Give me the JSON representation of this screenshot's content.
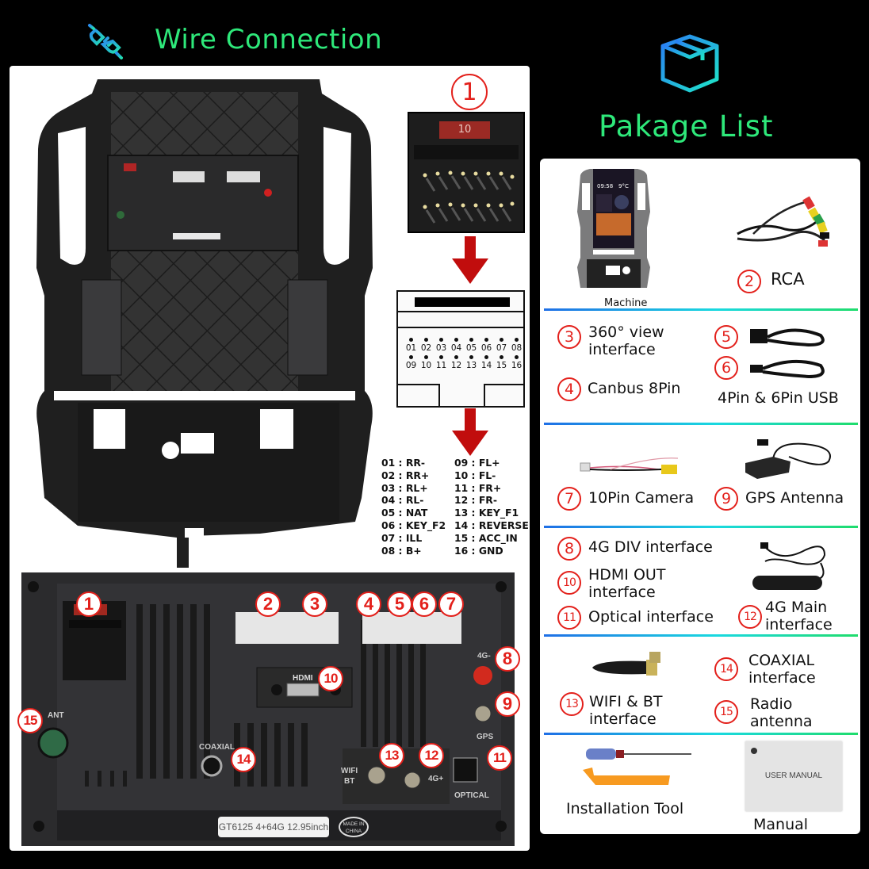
{
  "headers": {
    "wire_title": "Wire Connection",
    "package_title": "Pakage List",
    "wire_icon": "plug-icon",
    "package_icon": "box-icon"
  },
  "colors": {
    "title_green": "#2ee87a",
    "marker_red": "#e3201b",
    "arrow_red": "#c10d0d",
    "divider_blue": "#1f6fe6",
    "divider_cyan": "#19d9e0",
    "divider_green": "#1fdc6c"
  },
  "wire_connection": {
    "connector_marker": "1",
    "fuse_label": "10",
    "pin_numbers_top": [
      "01",
      "02",
      "03",
      "04",
      "05",
      "06",
      "07",
      "08"
    ],
    "pin_numbers_bottom": [
      "09",
      "10",
      "11",
      "12",
      "13",
      "14",
      "15",
      "16"
    ],
    "pinout": [
      {
        "left": "01 : RR-",
        "right": "09 : FL+"
      },
      {
        "left": "02 : RR+",
        "right": "10 : FL-"
      },
      {
        "left": "03 : RL+",
        "right": "11 : FR+"
      },
      {
        "left": "04 : RL-",
        "right": "12 : FR-"
      },
      {
        "left": "05 : NAT",
        "right": "13 : KEY_F1"
      },
      {
        "left": "06 : KEY_F2",
        "right": "14 : REVERSE"
      },
      {
        "left": "07 : ILL",
        "right": "15 : ACC_IN"
      },
      {
        "left": "08 : B+",
        "right": "16 : GND"
      }
    ],
    "unit_back": {
      "markers": [
        "1",
        "2",
        "3",
        "4",
        "5",
        "6",
        "7",
        "8",
        "9",
        "10",
        "11",
        "12",
        "13",
        "14",
        "15"
      ],
      "port_labels": {
        "hdmi": "HDMI",
        "ant": "ANT",
        "coaxial": "COAXIAL",
        "wifi_bt_line1": "WIFI",
        "wifi_bt_line2": "BT",
        "fourg_plus": "4G+",
        "fourg_minus": "4G-",
        "gps": "GPS",
        "optical": "OPTICAL"
      },
      "model_label": "GT6125 4+64G 12.95inch",
      "made_in_line1": "MADE IN",
      "made_in_line2": "CHINA"
    }
  },
  "package_list": {
    "machine": {
      "label": "Machine",
      "screen_time": "09:58",
      "screen_temp": "9°C"
    },
    "rca": {
      "num": "2",
      "label": "RCA"
    },
    "view360": {
      "num": "3",
      "line1": "360° view",
      "line2": "interface"
    },
    "canbus": {
      "num": "4",
      "label": "Canbus 8Pin"
    },
    "usb": {
      "num5": "5",
      "num6": "6",
      "label": "4Pin & 6Pin USB"
    },
    "camera": {
      "num": "7",
      "label": "10Pin Camera"
    },
    "gps": {
      "num": "9",
      "label": "GPS Antenna"
    },
    "div4g": {
      "num": "8",
      "label": "4G DIV interface"
    },
    "hdmi": {
      "num": "10",
      "line1": "HDMI OUT",
      "line2": "interface"
    },
    "optical": {
      "num": "11",
      "label": "Optical interface"
    },
    "main4g": {
      "num": "12",
      "line1": "4G Main",
      "line2": "interface"
    },
    "wifi": {
      "num": "13",
      "line1": "WIFI & BT",
      "line2": "interface"
    },
    "coaxial": {
      "num": "14",
      "line1": "COAXIAL",
      "line2": "interface"
    },
    "radio": {
      "num": "15",
      "line1": "Radio",
      "line2": "antenna"
    },
    "tool": {
      "label": "Installation Tool"
    },
    "manual": {
      "label": "Manual",
      "cover_text": "USER MANUAL"
    }
  }
}
